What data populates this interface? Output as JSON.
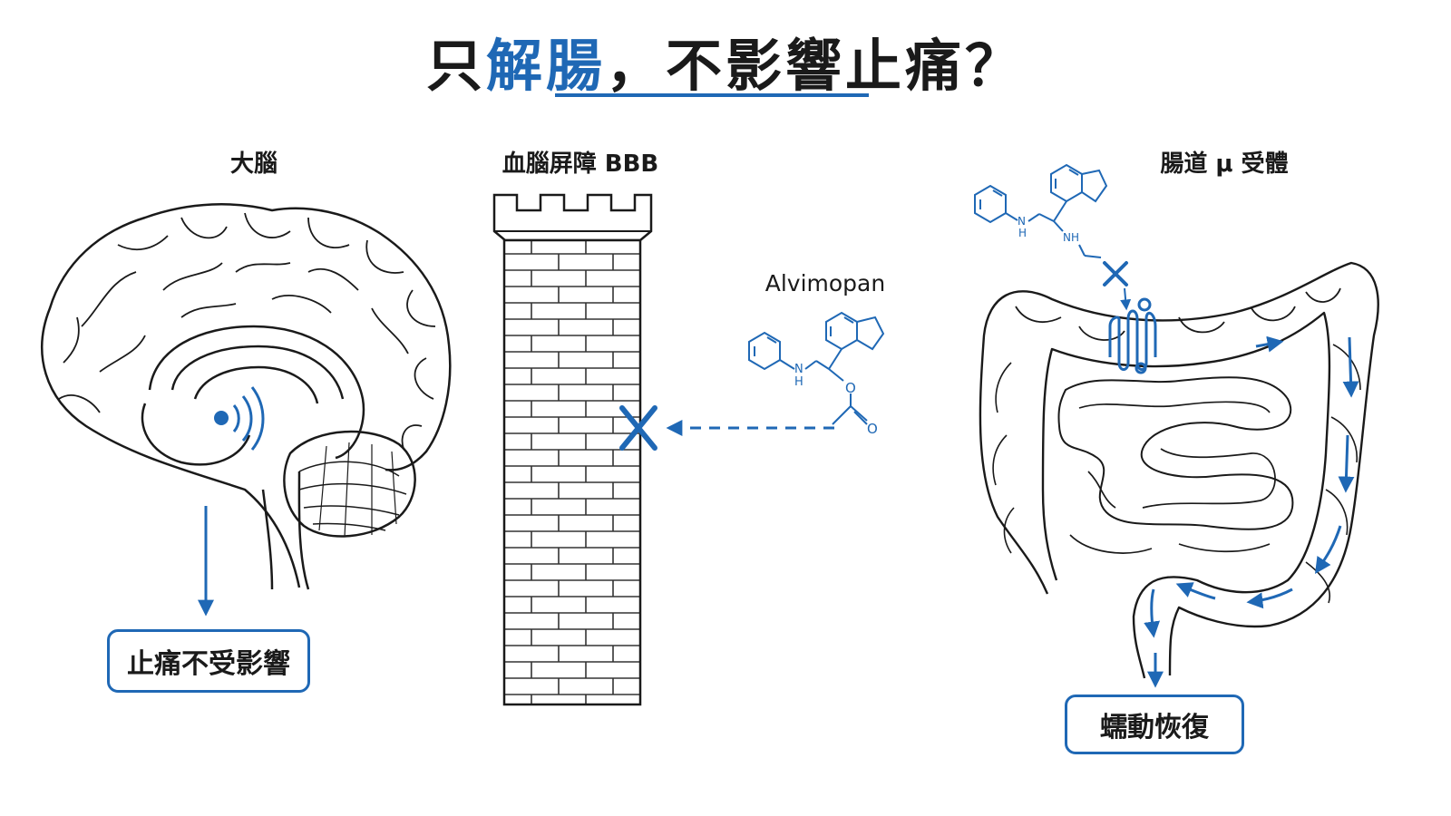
{
  "title": {
    "pre": "只",
    "highlight": "解腸",
    "post": "，不影響止痛？"
  },
  "labels": {
    "brain": "大腦",
    "bbb": "血腦屏障 BBB",
    "drug": "Alvimopan",
    "gut": "腸道 μ 受體"
  },
  "boxes": {
    "brain_effect": "止痛不受影響",
    "gut_effect": "蠕動恢復"
  },
  "molecule": {
    "nh": "N",
    "h": "H",
    "nh2": "NH",
    "o1": "O",
    "o2": "O"
  },
  "colors": {
    "accent": "#1f68b5",
    "ink": "#1a1a1a"
  }
}
